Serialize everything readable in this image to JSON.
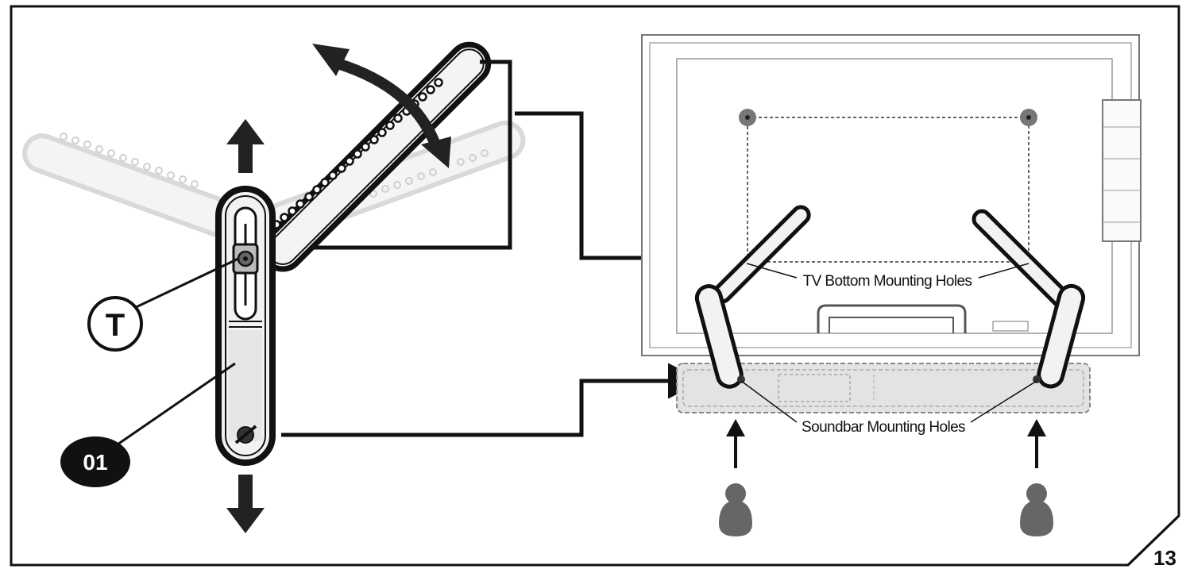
{
  "labels": {
    "tv_holes": "TV Bottom Mounting Holes",
    "soundbar_holes": "Soundbar Mounting Holes",
    "screw_callout": "T",
    "part_callout": "01",
    "page_number": "13"
  },
  "colors": {
    "ink": "#111111",
    "arm_fill": "#f2f2f2",
    "ghost_arm": "#c8c8c8",
    "hole_gray": "#6e6e6e",
    "soundbar_fill": "#e4e4e4"
  },
  "icons": {
    "arrow": "solid-arrow-icon",
    "rotate": "curved-double-arrow-icon",
    "keyhole": "keyhole-slot-icon"
  }
}
